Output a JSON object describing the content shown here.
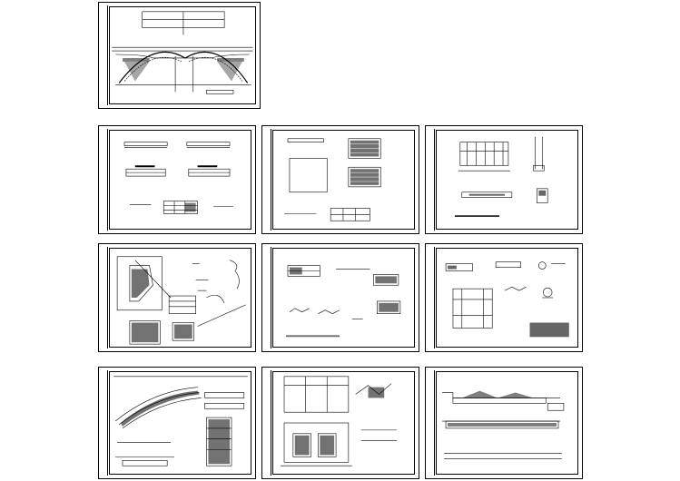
{
  "viewer": {
    "title": "",
    "sheet_count": 10
  },
  "sheets": [
    {
      "id": "sheet-1",
      "kind": "arch-bridge-elevation"
    },
    {
      "id": "sheet-2",
      "kind": "beam-sections"
    },
    {
      "id": "sheet-3",
      "kind": "deck-plan-rebar"
    },
    {
      "id": "sheet-4",
      "kind": "railing-details"
    },
    {
      "id": "sheet-5",
      "kind": "skew-joint-detail"
    },
    {
      "id": "sheet-6",
      "kind": "connection-details"
    },
    {
      "id": "sheet-7",
      "kind": "pier-cap-details"
    },
    {
      "id": "sheet-8",
      "kind": "arch-rib-profile"
    },
    {
      "id": "sheet-9",
      "kind": "abutment-elevation"
    },
    {
      "id": "sheet-10",
      "kind": "pavement-profile"
    }
  ]
}
